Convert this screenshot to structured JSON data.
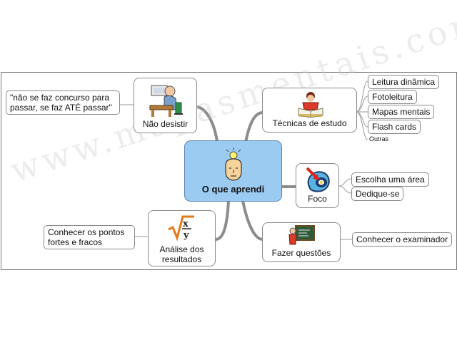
{
  "diagram": {
    "central": "O que aprendi",
    "watermark": "www.mapasmentais.com.br",
    "branches": {
      "nao_desistir": {
        "label": "Não desistir",
        "note": "\"não se faz concurso para passar, se faz ATÉ passar\""
      },
      "tecnicas": {
        "label": "Técnicas de estudo",
        "children": [
          "Leitura dinâmica",
          "Fotoleitura",
          "Mapas mentais",
          "Flash cards",
          "Outras"
        ]
      },
      "foco": {
        "label": "Foco",
        "children": [
          "Escolha uma área",
          "Dedique-se"
        ]
      },
      "fazer_questoes": {
        "label": "Fazer questões",
        "children": [
          "Conhecer o examinador"
        ]
      },
      "analise": {
        "label": "Análise dos resultados",
        "children": [
          "Conhecer os pontos fortes e fracos"
        ]
      }
    },
    "icons": {
      "central": "lightbulb-face-icon",
      "nao_desistir": "worker-at-desk-icon",
      "tecnicas": "reading-student-icon",
      "foco": "target-arrow-icon",
      "fazer_questoes": "blackboard-teacher-icon",
      "analise": "square-root-icon"
    },
    "colors": {
      "central_fill": "#9ccbf2",
      "connector": "#8c8c8c",
      "border": "#8a8a8a"
    }
  }
}
